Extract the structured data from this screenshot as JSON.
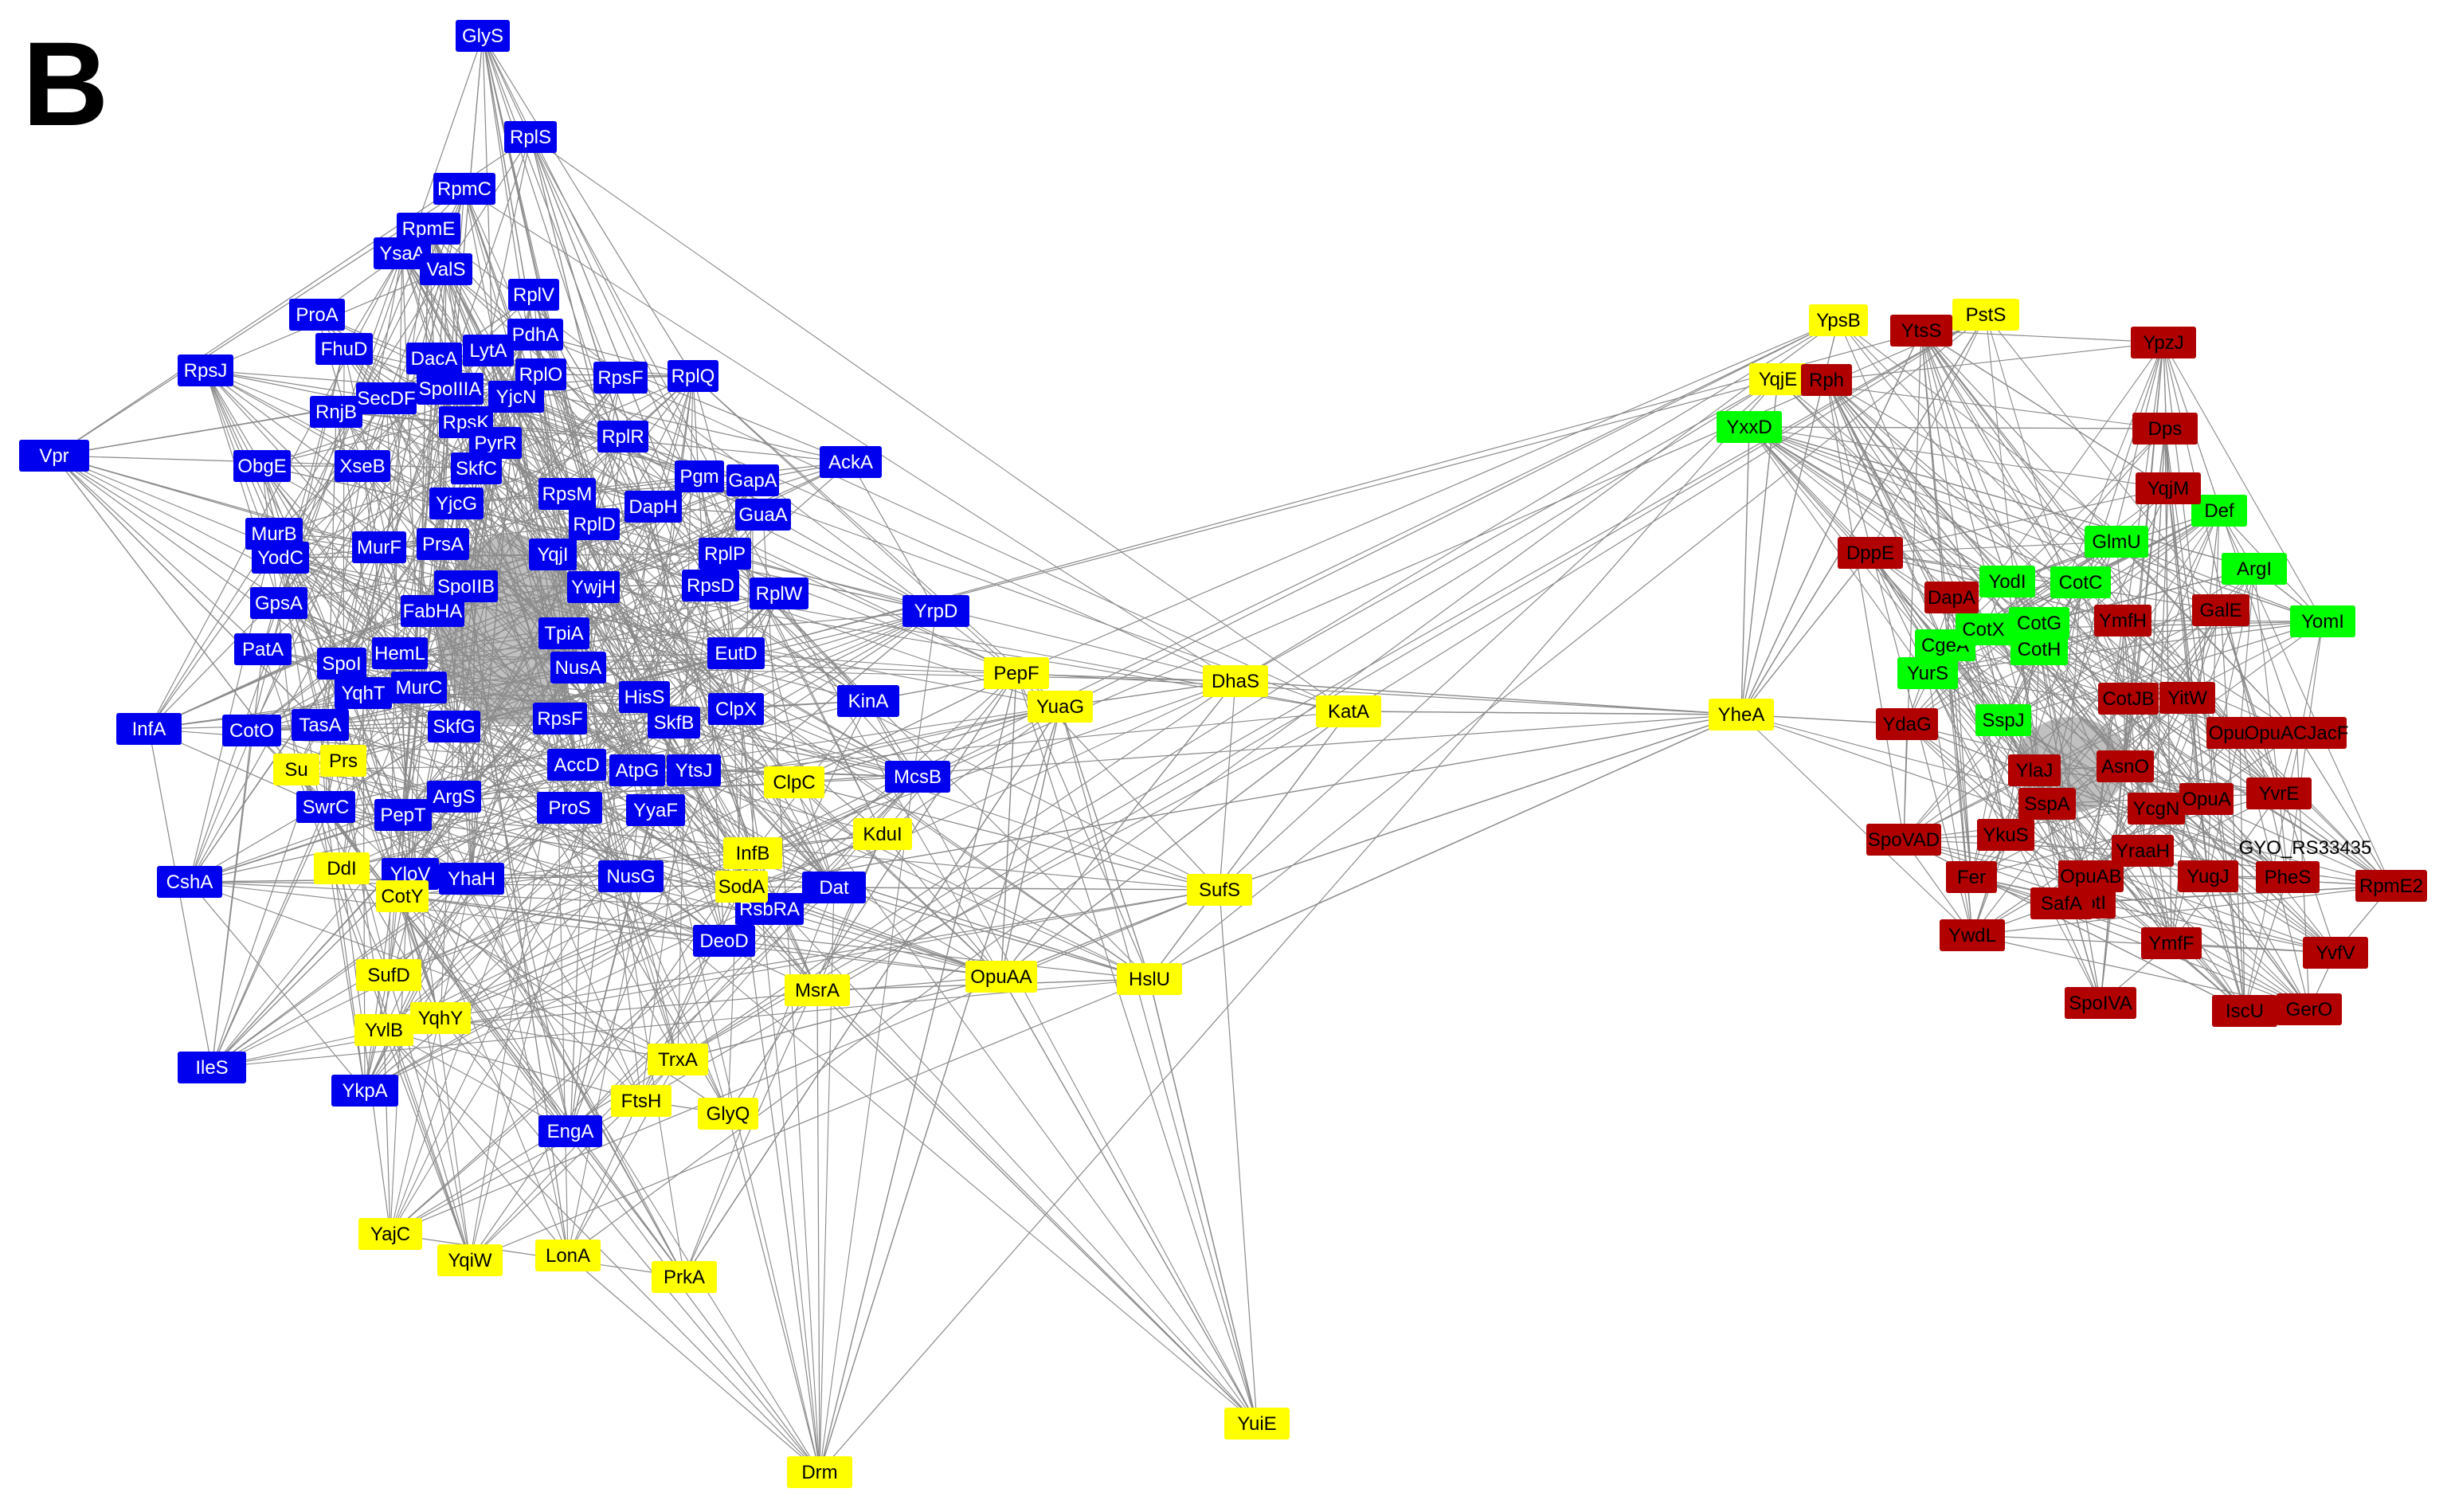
{
  "panel_label": "B",
  "colors": {
    "blue": "#0000ee",
    "yellow": "#ffff00",
    "green": "#00ff00",
    "red": "#b00000",
    "edge": "#8a8a8a",
    "blue_text": "#ffffff",
    "yellow_text": "#000000",
    "green_text": "#000000",
    "red_text": "#000000"
  },
  "clusters": {
    "blue": [
      "GlyS",
      "RplS",
      "RpmC",
      "RpmE",
      "YsaA",
      "ValS",
      "RplV",
      "ProA",
      "FhuD",
      "PdhA",
      "DacA",
      "LytA",
      "RpsJ",
      "RnjB",
      "SecDF",
      "SpoIIIA",
      "YjcN",
      "RplO",
      "RpsF",
      "RplQ",
      "Vpr",
      "ObgE",
      "XseB",
      "RpsK",
      "PyrR",
      "SkfC",
      "YjcG",
      "RplR",
      "Pgm",
      "GapA",
      "AckA",
      "RpsM",
      "DapH",
      "MurB",
      "YodC",
      "RplD",
      "GuaA",
      "MurF",
      "PrsA",
      "GpsA",
      "SpoIIB",
      "FabHA",
      "YqjI",
      "YwjH",
      "RplP",
      "RplW",
      "RpsD",
      "YrpD",
      "PatA",
      "SpoI",
      "HemL",
      "TpiA",
      "NusA",
      "EutD",
      "InfA",
      "CotO",
      "YqhT",
      "MurC",
      "TasA",
      "HisS",
      "KinA",
      "ClpX",
      "RpsF",
      "SkfB",
      "AccD",
      "AtpG",
      "YtsJ",
      "McsB",
      "SwrC",
      "PepT",
      "ProS",
      "YyaF",
      "CshA",
      "YloV",
      "YhaH",
      "NusG",
      "Dat",
      "RsbRA",
      "DeoD",
      "IleS",
      "YkpA",
      "EngA",
      "ArgS",
      "SkfG"
    ],
    "yellow": [
      "YpsB",
      "PstS",
      "YqjE",
      "YheA",
      "KatA",
      "DhaS",
      "PepF",
      "YuaG",
      "ClpC",
      "KduI",
      "InfB",
      "SodA",
      "SufS",
      "OpuAA",
      "HslU",
      "MsrA",
      "DdI",
      "SufD",
      "YvlB",
      "YqhY",
      "TrxA",
      "FtsH",
      "GlyQ",
      "YajC",
      "YqiW",
      "LonA",
      "PrkA",
      "Drm",
      "YuiE",
      "Prs",
      "Su",
      "CotY"
    ],
    "green": [
      "YxxD",
      "Def",
      "GlmU",
      "ArgI",
      "YomI",
      "CotC",
      "YodI",
      "CotG",
      "CgeA",
      "YurS",
      "SspJ",
      "CotH",
      "CotX"
    ],
    "red": [
      "YtsS",
      "Rph",
      "YpzJ",
      "Dps",
      "YqjM",
      "DppE",
      "DapA",
      "GalE",
      "YmfH",
      "YdaG",
      "CotJB",
      "YitW",
      "OpuAC",
      "YlaJ",
      "AsnO",
      "SspA",
      "YcgN",
      "OpuA",
      "YkuS",
      "YvrE",
      "SpoVAD",
      "YraaH",
      "OpuAB",
      "CotI",
      "YugJ",
      "PheS",
      "RpmE2",
      "Fer",
      "SafA",
      "YwdL",
      "YmfF",
      "YvfV",
      "SpoIVA",
      "IscU",
      "GerO"
    ]
  },
  "nodes": [
    {
      "id": "GlyS",
      "group": "blue",
      "w": 68
    },
    {
      "id": "RplS",
      "group": "blue",
      "w": 66
    },
    {
      "id": "RpmC",
      "group": "blue",
      "w": 78
    },
    {
      "id": "RpmE",
      "group": "blue",
      "w": 80
    },
    {
      "id": "YsaA",
      "group": "blue",
      "w": 72
    },
    {
      "id": "ValS",
      "group": "blue",
      "w": 66
    },
    {
      "id": "RplV",
      "group": "blue",
      "w": 64
    },
    {
      "id": "ProA",
      "group": "blue",
      "w": 70
    },
    {
      "id": "FhuD",
      "group": "blue",
      "w": 72
    },
    {
      "id": "PdhA",
      "group": "blue",
      "w": 70
    },
    {
      "id": "DacA",
      "group": "blue",
      "w": 70
    },
    {
      "id": "LytA",
      "group": "blue",
      "w": 64
    },
    {
      "id": "RpsJ",
      "group": "blue",
      "w": 70
    },
    {
      "id": "RnjB",
      "group": "blue",
      "w": 66
    },
    {
      "id": "SecDF",
      "group": "blue",
      "w": 76
    },
    {
      "id": "SpoIIIA",
      "group": "blue",
      "w": 84
    },
    {
      "id": "YjcN",
      "group": "blue",
      "w": 70
    },
    {
      "id": "RplO",
      "group": "blue",
      "w": 64
    },
    {
      "id": "RpsF",
      "group": "blue",
      "w": 68
    },
    {
      "id": "RplQ",
      "group": "blue",
      "w": 64
    },
    {
      "id": "Vpr",
      "group": "blue",
      "w": 88
    },
    {
      "id": "ObgE",
      "group": "blue",
      "w": 72
    },
    {
      "id": "XseB",
      "group": "blue",
      "w": 70
    },
    {
      "id": "RpsK",
      "group": "blue",
      "w": 68
    },
    {
      "id": "PyrR",
      "group": "blue",
      "w": 66
    },
    {
      "id": "SkfC",
      "group": "blue",
      "w": 64
    },
    {
      "id": "YjcG",
      "group": "blue",
      "w": 68
    },
    {
      "id": "RplR",
      "group": "blue",
      "w": 64
    },
    {
      "id": "Pgm",
      "group": "blue",
      "w": 62
    },
    {
      "id": "GapA",
      "group": "blue",
      "w": 66
    },
    {
      "id": "AckA",
      "group": "blue",
      "w": 78
    },
    {
      "id": "RpsM",
      "group": "blue",
      "w": 72
    },
    {
      "id": "DapH",
      "group": "blue",
      "w": 72
    },
    {
      "id": "MurB",
      "group": "blue",
      "w": 72
    },
    {
      "id": "YodC",
      "group": "blue",
      "w": 72
    },
    {
      "id": "RplD",
      "group": "blue",
      "w": 64
    },
    {
      "id": "GuaA",
      "group": "blue",
      "w": 70
    },
    {
      "id": "MurF",
      "group": "blue",
      "w": 68
    },
    {
      "id": "PrsA",
      "group": "blue",
      "w": 66
    },
    {
      "id": "GpsA",
      "group": "blue",
      "w": 72
    },
    {
      "id": "SpoIIB",
      "group": "blue",
      "w": 80
    },
    {
      "id": "FabHA",
      "group": "blue",
      "w": 80
    },
    {
      "id": "YqjI",
      "group": "blue",
      "w": 60
    },
    {
      "id": "YwjH",
      "group": "blue",
      "w": 66
    },
    {
      "id": "RplP",
      "group": "blue",
      "w": 66
    },
    {
      "id": "RplW",
      "group": "blue",
      "w": 74
    },
    {
      "id": "RpsD",
      "group": "blue",
      "w": 72
    },
    {
      "id": "YrpD",
      "group": "blue",
      "w": 84
    },
    {
      "id": "PatA",
      "group": "blue",
      "w": 72
    },
    {
      "id": "SpoI",
      "group": "blue",
      "w": 62
    },
    {
      "id": "HemL",
      "group": "blue",
      "w": 70
    },
    {
      "id": "TpiA",
      "group": "blue",
      "w": 64
    },
    {
      "id": "NusA",
      "group": "blue",
      "w": 70
    },
    {
      "id": "EutD",
      "group": "blue",
      "w": 72
    },
    {
      "id": "InfA",
      "group": "blue",
      "w": 82
    },
    {
      "id": "CotO",
      "group": "blue",
      "w": 74
    },
    {
      "id": "YqhT",
      "group": "blue",
      "w": 72
    },
    {
      "id": "MurC",
      "group": "blue",
      "w": 70
    },
    {
      "id": "TasA",
      "group": "blue",
      "w": 72
    },
    {
      "id": "HisS",
      "group": "blue",
      "w": 64
    },
    {
      "id": "KinA",
      "group": "blue",
      "w": 78
    },
    {
      "id": "ClpX",
      "group": "blue",
      "w": 70
    },
    {
      "id": "RpsF2",
      "group": "blue",
      "w": 68,
      "label": "RpsF"
    },
    {
      "id": "SkfB",
      "group": "blue",
      "w": 66
    },
    {
      "id": "AccD",
      "group": "blue",
      "w": 74
    },
    {
      "id": "AtpG",
      "group": "blue",
      "w": 70
    },
    {
      "id": "YtsJ",
      "group": "blue",
      "w": 68
    },
    {
      "id": "McsB",
      "group": "blue",
      "w": 82
    },
    {
      "id": "SwrC",
      "group": "blue",
      "w": 74
    },
    {
      "id": "PepT",
      "group": "blue",
      "w": 72
    },
    {
      "id": "ProS",
      "group": "blue",
      "w": 82
    },
    {
      "id": "YyaF",
      "group": "blue",
      "w": 74
    },
    {
      "id": "CshA",
      "group": "blue",
      "w": 82
    },
    {
      "id": "YloV",
      "group": "blue",
      "w": 72
    },
    {
      "id": "YhaH",
      "group": "blue",
      "w": 82
    },
    {
      "id": "NusG",
      "group": "blue",
      "w": 82
    },
    {
      "id": "Dat",
      "group": "blue",
      "w": 80
    },
    {
      "id": "RsbRA",
      "group": "blue",
      "w": 86
    },
    {
      "id": "DeoD",
      "group": "blue",
      "w": 78
    },
    {
      "id": "IleS",
      "group": "blue",
      "w": 86
    },
    {
      "id": "YkpA",
      "group": "blue",
      "w": 84
    },
    {
      "id": "EngA",
      "group": "blue",
      "w": 80
    },
    {
      "id": "ArgS",
      "group": "blue",
      "w": 68
    },
    {
      "id": "SkfG",
      "group": "blue",
      "w": 66
    },
    {
      "id": "YpsB",
      "group": "yellow",
      "w": 74
    },
    {
      "id": "PstS",
      "group": "yellow",
      "w": 84
    },
    {
      "id": "YqjE",
      "group": "yellow",
      "w": 72
    },
    {
      "id": "YheA",
      "group": "yellow",
      "w": 82
    },
    {
      "id": "KatA",
      "group": "yellow",
      "w": 82
    },
    {
      "id": "DhaS",
      "group": "yellow",
      "w": 82
    },
    {
      "id": "PepF",
      "group": "yellow",
      "w": 82
    },
    {
      "id": "YuaG",
      "group": "yellow",
      "w": 82
    },
    {
      "id": "ClpC",
      "group": "yellow",
      "w": 76
    },
    {
      "id": "KduI",
      "group": "yellow",
      "w": 74
    },
    {
      "id": "InfB",
      "group": "yellow",
      "w": 74
    },
    {
      "id": "SodA",
      "group": "yellow",
      "w": 66
    },
    {
      "id": "SufS",
      "group": "yellow",
      "w": 82
    },
    {
      "id": "OpuAA",
      "group": "yellow",
      "w": 90
    },
    {
      "id": "HslU",
      "group": "yellow",
      "w": 82
    },
    {
      "id": "MsrA",
      "group": "yellow",
      "w": 82
    },
    {
      "id": "DdI",
      "group": "yellow",
      "w": 70
    },
    {
      "id": "SufD",
      "group": "yellow",
      "w": 82
    },
    {
      "id": "YvlB",
      "group": "yellow",
      "w": 74
    },
    {
      "id": "YqhY",
      "group": "yellow",
      "w": 76
    },
    {
      "id": "TrxA",
      "group": "yellow",
      "w": 76
    },
    {
      "id": "FtsH",
      "group": "yellow",
      "w": 76
    },
    {
      "id": "GlyQ",
      "group": "yellow",
      "w": 76
    },
    {
      "id": "YajC",
      "group": "yellow",
      "w": 80
    },
    {
      "id": "YqiW",
      "group": "yellow",
      "w": 82
    },
    {
      "id": "LonA",
      "group": "yellow",
      "w": 82
    },
    {
      "id": "PrkA",
      "group": "yellow",
      "w": 82
    },
    {
      "id": "Drm",
      "group": "yellow",
      "w": 82
    },
    {
      "id": "YuiE",
      "group": "yellow",
      "w": 82
    },
    {
      "id": "Prs",
      "group": "yellow",
      "w": 58
    },
    {
      "id": "Su",
      "group": "yellow",
      "w": 58
    },
    {
      "id": "CotY",
      "group": "yellow",
      "w": 66
    },
    {
      "id": "YxxD",
      "group": "green",
      "w": 82
    },
    {
      "id": "Def",
      "group": "green",
      "w": 70
    },
    {
      "id": "GlmU",
      "group": "green",
      "w": 80
    },
    {
      "id": "ArgI",
      "group": "green",
      "w": 82
    },
    {
      "id": "YomI",
      "group": "green",
      "w": 82
    },
    {
      "id": "CotC",
      "group": "green",
      "w": 76
    },
    {
      "id": "YodI",
      "group": "green",
      "w": 70
    },
    {
      "id": "CotG",
      "group": "green",
      "w": 76
    },
    {
      "id": "CgeA",
      "group": "green",
      "w": 76
    },
    {
      "id": "YurS",
      "group": "green",
      "w": 76
    },
    {
      "id": "SspJ",
      "group": "green",
      "w": 70
    },
    {
      "id": "CotH",
      "group": "green",
      "w": 72
    },
    {
      "id": "CotX",
      "group": "green",
      "w": 70
    },
    {
      "id": "YtsS",
      "group": "red",
      "w": 78
    },
    {
      "id": "Rph",
      "group": "red",
      "w": 64
    },
    {
      "id": "YpzJ",
      "group": "red",
      "w": 82
    },
    {
      "id": "Dps",
      "group": "red",
      "w": 82
    },
    {
      "id": "YqjM",
      "group": "red",
      "w": 82
    },
    {
      "id": "DppE",
      "group": "red",
      "w": 82
    },
    {
      "id": "DapA",
      "group": "red",
      "w": 68
    },
    {
      "id": "GalE",
      "group": "red",
      "w": 72
    },
    {
      "id": "YmfH",
      "group": "red",
      "w": 72
    },
    {
      "id": "YdaG",
      "group": "red",
      "w": 78
    },
    {
      "id": "CotJB",
      "group": "red",
      "w": 76
    },
    {
      "id": "YitW",
      "group": "red",
      "w": 70
    },
    {
      "id": "OpuAC",
      "group": "red",
      "w": 84
    },
    {
      "id": "YlaJ",
      "group": "red",
      "w": 66
    },
    {
      "id": "AsnO",
      "group": "red",
      "w": 72
    },
    {
      "id": "SspA",
      "group": "red",
      "w": 72
    },
    {
      "id": "YcgN",
      "group": "red",
      "w": 72
    },
    {
      "id": "OpuA",
      "group": "red",
      "w": 68
    },
    {
      "id": "YkuS",
      "group": "red",
      "w": 72
    },
    {
      "id": "YvrE",
      "group": "red",
      "w": 82
    },
    {
      "id": "SpoVAD",
      "group": "red",
      "w": 94
    },
    {
      "id": "YraaH",
      "group": "red",
      "w": 78
    },
    {
      "id": "OpuAB",
      "group": "red",
      "w": 82
    },
    {
      "id": "CotI",
      "group": "red",
      "w": 68
    },
    {
      "id": "YugJ",
      "group": "red",
      "w": 76
    },
    {
      "id": "PheS",
      "group": "red",
      "w": 80
    },
    {
      "id": "RpmE2",
      "group": "red",
      "w": 90
    },
    {
      "id": "Fer",
      "group": "red",
      "w": 64
    },
    {
      "id": "SafA",
      "group": "red",
      "w": 78
    },
    {
      "id": "YwdL",
      "group": "red",
      "w": 82
    },
    {
      "id": "YmfF",
      "group": "red",
      "w": 76
    },
    {
      "id": "YvfV",
      "group": "red",
      "w": 82
    },
    {
      "id": "SpoIVA",
      "group": "red",
      "w": 90
    },
    {
      "id": "IscU",
      "group": "red",
      "w": 82
    },
    {
      "id": "GerO",
      "group": "red",
      "w": 82
    },
    {
      "id": "OpuACjacF",
      "group": "red",
      "w": 126,
      "label": "OpuACJacF"
    }
  ],
  "loose_labels": [
    "GYO_RS33435"
  ],
  "bridges": [
    [
      "YheA",
      "KatA"
    ],
    [
      "YheA",
      "DhaS"
    ],
    [
      "YheA",
      "HslU"
    ],
    [
      "YheA",
      "SufS"
    ],
    [
      "KatA",
      "OpuAA"
    ],
    [
      "DhaS",
      "OpuAA"
    ],
    [
      "PepF",
      "OpuAA"
    ],
    [
      "YuaG",
      "HslU"
    ],
    [
      "HslU",
      "Dat"
    ],
    [
      "SufS",
      "Dat"
    ],
    [
      "OpuAA",
      "TrxA"
    ],
    [
      "YuaG",
      "Drm"
    ],
    [
      "HslU",
      "YuiE"
    ],
    [
      "OpuAA",
      "YuiE"
    ],
    [
      "KatA",
      "HslU"
    ],
    [
      "DhaS",
      "YuaG"
    ],
    [
      "PepF",
      "Drm"
    ],
    [
      "YuaG",
      "OpuAA"
    ],
    [
      "HslU",
      "MsrA"
    ],
    [
      "SufS",
      "OpuAA"
    ],
    [
      "PepF",
      "GlyQ"
    ],
    [
      "YuaG",
      "PrkA"
    ],
    [
      "YheA",
      "YxxD"
    ],
    [
      "YheA",
      "YpsB"
    ],
    [
      "YheA",
      "YqjE"
    ],
    [
      "YheA",
      "PstS"
    ],
    [
      "YheA",
      "YtsS"
    ],
    [
      "YheA",
      "DppE"
    ],
    [
      "YheA",
      "YdaG"
    ],
    [
      "PepF",
      "KinA"
    ],
    [
      "YuaG",
      "ClpC"
    ],
    [
      "OpuAA",
      "SodA"
    ],
    [
      "HslU",
      "InfB"
    ]
  ]
}
